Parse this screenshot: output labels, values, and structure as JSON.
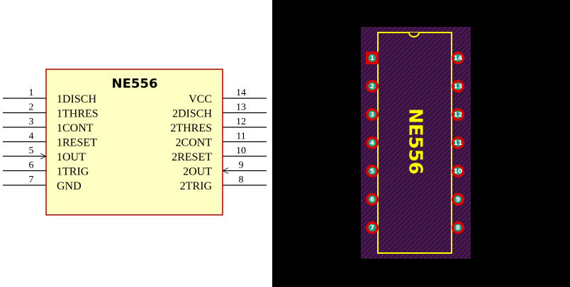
{
  "schematic": {
    "part_name": "NE556",
    "left_pins": [
      {
        "num": "1",
        "name": "1DISCH"
      },
      {
        "num": "2",
        "name": "1THRES"
      },
      {
        "num": "3",
        "name": "1CONT"
      },
      {
        "num": "4",
        "name": "1RESET"
      },
      {
        "num": "5",
        "name": "1OUT"
      },
      {
        "num": "6",
        "name": "1TRIG"
      },
      {
        "num": "7",
        "name": "GND"
      }
    ],
    "right_pins": [
      {
        "num": "14",
        "name": "VCC"
      },
      {
        "num": "13",
        "name": "2DISCH"
      },
      {
        "num": "12",
        "name": "2THRES"
      },
      {
        "num": "11",
        "name": "2CONT"
      },
      {
        "num": "10",
        "name": "2RESET"
      },
      {
        "num": "9",
        "name": "2OUT"
      },
      {
        "num": "8",
        "name": "2TRIG"
      }
    ],
    "colors": {
      "body_fill": "#ffffc4",
      "body_stroke": "#a00000",
      "pin_line": "#000000"
    }
  },
  "pcb": {
    "label": "NE556",
    "left_pads": [
      "1",
      "2",
      "3",
      "4",
      "5",
      "6",
      "7"
    ],
    "right_pads": [
      "14",
      "13",
      "12",
      "11",
      "10",
      "9",
      "8"
    ],
    "colors": {
      "background": "#000000",
      "body_fill": "#3a1240",
      "silkscreen": "#ffff00",
      "pad": "#d80000",
      "pad_hole": "#20a080"
    }
  }
}
